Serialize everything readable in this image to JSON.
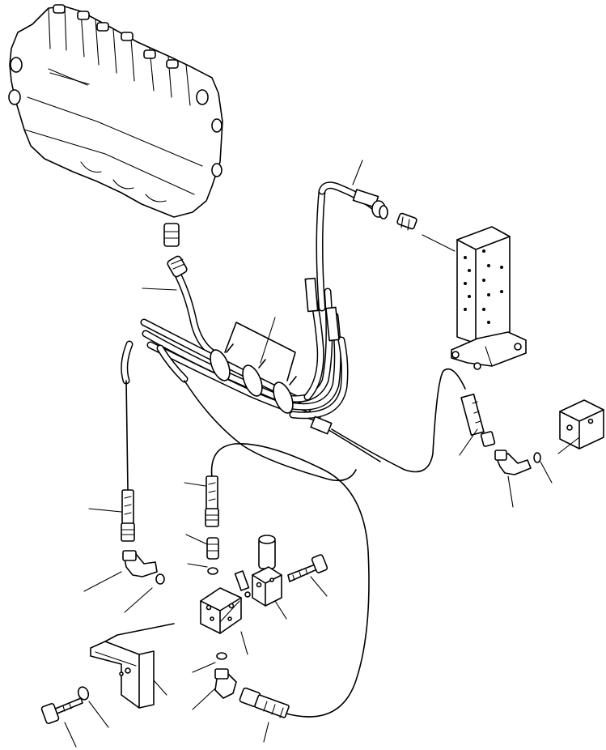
{
  "diagram": {
    "components": [
      "control-valve",
      "hose-bundle",
      "valve-block",
      "ppc-valve",
      "small-block",
      "bracket",
      "elbow-fitting",
      "adapter",
      "o-ring",
      "bolt",
      "washer",
      "hose-clamp"
    ],
    "colors": {
      "line": "#000000",
      "background": "#ffffff"
    }
  }
}
